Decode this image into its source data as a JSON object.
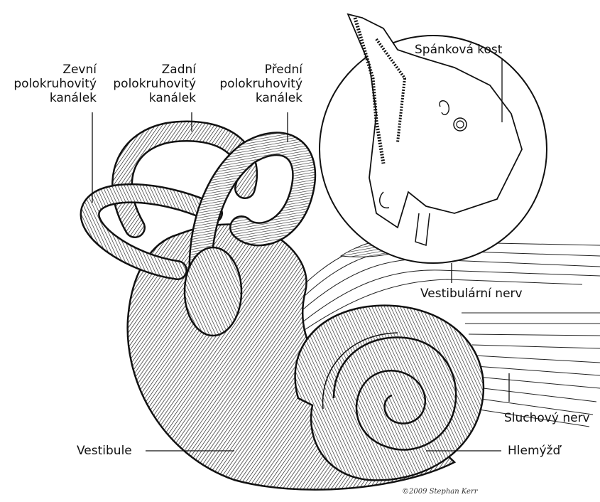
{
  "labels": {
    "zevni": [
      "Zevní",
      "polokruhovitý",
      "kanálek"
    ],
    "zadni": [
      "Zadní",
      "polokruhovitý",
      "kanálek"
    ],
    "predni": [
      "Přední",
      "polokruhovitý",
      "kanálek"
    ],
    "spankova_kost": "Spánková kost",
    "vestibularni_nerv": "Vestibulární nerv",
    "sluchovy_nerv": "Sluchový nerv",
    "vestibule": "Vestibule",
    "hlemyzd": "Hlemýžď"
  },
  "signature": "©2009 Stephan Kerr"
}
